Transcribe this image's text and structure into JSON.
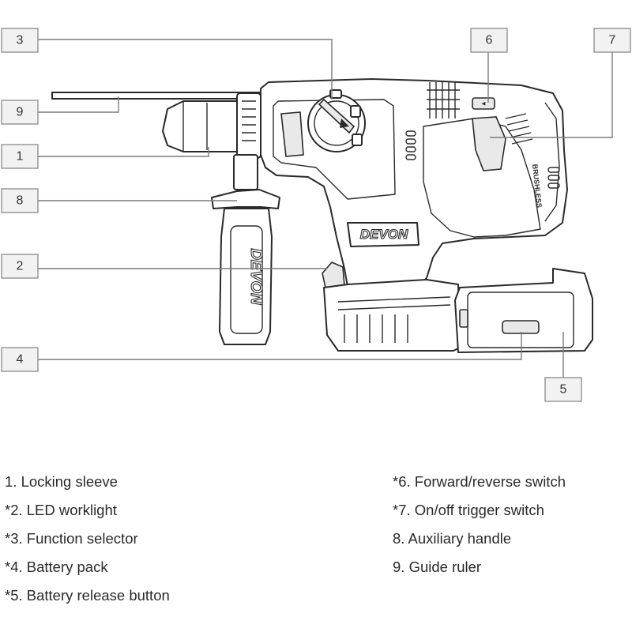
{
  "brand": {
    "main_logo": "DEVON",
    "handle_logo": "DEVON",
    "side_text": "BRUSHLESS"
  },
  "callouts": [
    "3",
    "9",
    "1",
    "8",
    "2",
    "4",
    "6",
    "7",
    "5"
  ],
  "legend": {
    "left": [
      "1. Locking sleeve",
      "*2. LED worklight",
      "*3. Function selector",
      "*4. Battery pack",
      "*5. Battery release button"
    ],
    "right": [
      "*6. Forward/reverse switch",
      "*7. On/off trigger switch",
      "8. Auxiliary handle",
      "9. Guide ruler"
    ]
  }
}
